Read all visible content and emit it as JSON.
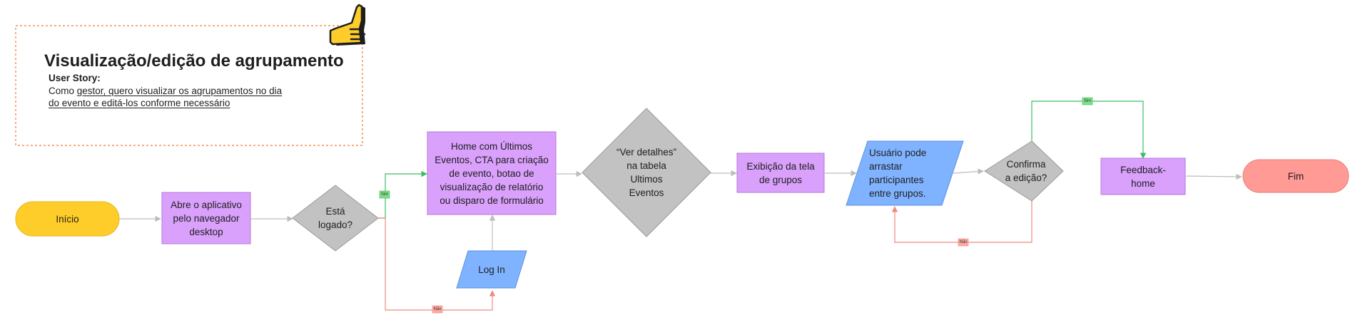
{
  "header": {
    "title": "Visualização/edição de agrupamento",
    "story_label": "User Story:",
    "story_line1_prefix": "Como ",
    "story_line1_rest": "gestor, quero visualizar os agrupamentos no dia",
    "story_line2": "do evento e editá-los conforme necessário",
    "thumbs_icon": "thumbs-up-icon"
  },
  "nodes": {
    "start": "Início",
    "open_app": "Abre o aplicativo\npelo navegador\ndesktop",
    "logged_in": "Está\nlogado?",
    "home": "Home com Últimos\nEventos, CTA para criação\nde evento, botao de\nvisualização de relatório\nou disparo de formulário",
    "login": "Log In",
    "see_details": "“Ver detalhes”\nna tabela\nUltimos\nEventos",
    "groups_screen": "Exibição da tela\nde grupos",
    "drag": "Usuário pode\narrastar\nparticipantes\nentre grupos.",
    "confirm": "Confirma\na edição?",
    "feedback": "Feedback-\nhome",
    "end": "Fim"
  },
  "edge_labels": {
    "yes_logged": "Sim",
    "no_logged": "Não",
    "yes_confirm": "Sim",
    "no_confirm": "Não"
  },
  "colors": {
    "yellow": "#ffcd29",
    "violet": "#d9a0fc",
    "blue": "#80b3ff",
    "gray": "#c2c2c2",
    "red": "#ff9a94",
    "green_line": "#3dbd62",
    "red_line": "#f08a80",
    "gray_line": "#bdbdbd",
    "orange_dash": "#f27b35"
  }
}
